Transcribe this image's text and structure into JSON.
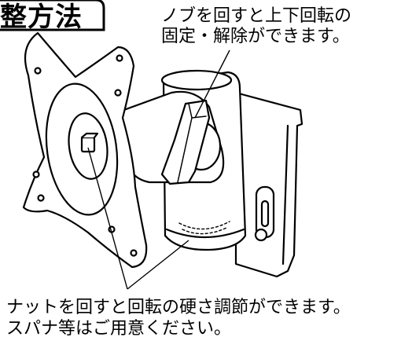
{
  "title": "整方法",
  "notes": {
    "top_line1": "ノブを回すと上下回転の",
    "top_line2": "固定・解除ができます。",
    "bottom_line1": "ナットを回すと回転の硬さ調節ができます。",
    "bottom_line2": "スパナ等はご用意ください。"
  }
}
